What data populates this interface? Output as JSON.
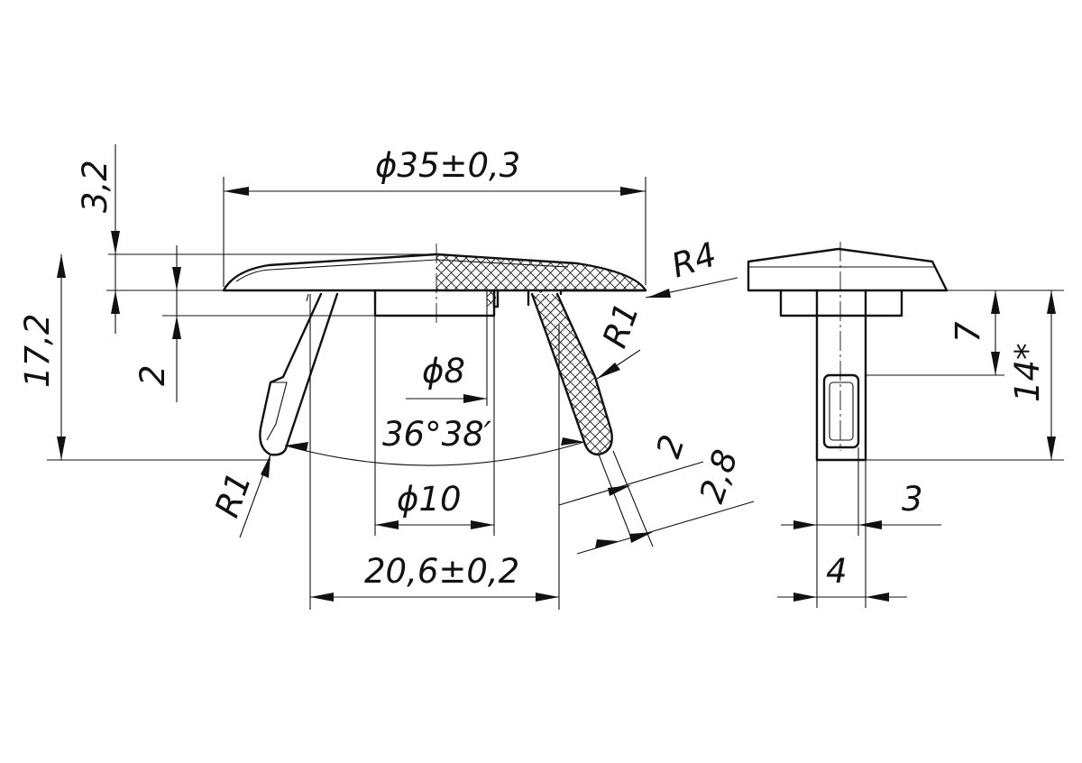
{
  "drawing": {
    "dimensions": {
      "overall_diameter": "ϕ35±0,3",
      "cap_thickness": "3,2",
      "total_height": "17,2",
      "rim_height": "2",
      "edge_radius": "R4",
      "inner_radius": "R1",
      "tip_radius": "R1",
      "hole_diameter": "ϕ8",
      "angle": "36°38′",
      "boss_diameter": "ϕ10",
      "leg_span": "20,6±0,2",
      "leg_thickness": "2",
      "leg_base_thickness": "2,8",
      "side_depth": "7",
      "side_height": "14*",
      "side_slot": "3",
      "side_width": "4"
    }
  }
}
